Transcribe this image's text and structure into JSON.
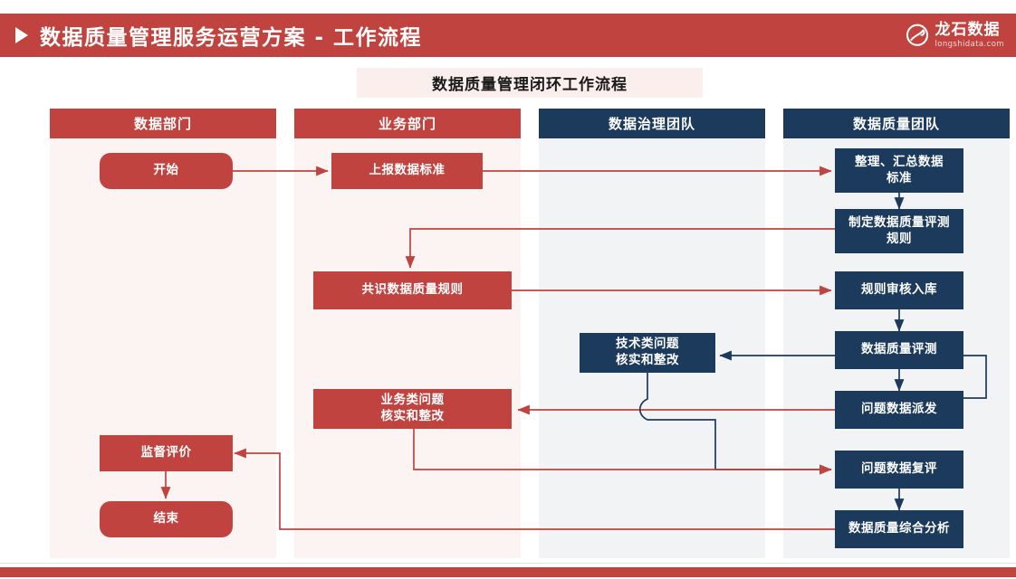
{
  "header": {
    "title": "数据质量管理服务运营方案 - 工作流程",
    "play_icon": "play-triangle-icon",
    "brand_cn": "龙石数据",
    "brand_en": "longshidata.com",
    "brand_mark": "longshi-logo-icon",
    "bar_color": "#c0433f"
  },
  "banner": {
    "title": "数据质量管理闭环工作流程",
    "background": "#fbefee",
    "corner_color": "#c0433f"
  },
  "palette": {
    "red": "#c0433f",
    "navy": "#1b3a5c",
    "lane_pink": "#fcf4f3",
    "lane_grey": "#f2f3f5"
  },
  "lanes": [
    {
      "label": "数据部门",
      "head_color": "#c0433f",
      "body_color": "#fcf4f3"
    },
    {
      "label": "业务部门",
      "head_color": "#c0433f",
      "body_color": "#fcf4f3"
    },
    {
      "label": "数据治理团队",
      "head_color": "#1b3a5c",
      "body_color": "#f2f3f5"
    },
    {
      "label": "数据质量团队",
      "head_color": "#1b3a5c",
      "body_color": "#f2f3f5"
    }
  ],
  "nodes": [
    {
      "id": "start",
      "label": "开始",
      "lane": "数据部门",
      "color": "#c0433f",
      "shape": "pill"
    },
    {
      "id": "report",
      "label": "上报数据标准",
      "lane": "业务部门",
      "color": "#c0433f",
      "shape": "rect"
    },
    {
      "id": "collect",
      "label": "整理、汇总数据标准",
      "lane": "数据质量团队",
      "color": "#1b3a5c",
      "shape": "rect"
    },
    {
      "id": "makerule",
      "label": "制定数据质量评测规则",
      "lane": "数据质量团队",
      "color": "#1b3a5c",
      "shape": "rect"
    },
    {
      "id": "consensus",
      "label": "共识数据质量规则",
      "lane": "业务部门",
      "color": "#c0433f",
      "shape": "rect"
    },
    {
      "id": "audit",
      "label": "规则审核入库",
      "lane": "数据质量团队",
      "color": "#1b3a5c",
      "shape": "rect"
    },
    {
      "id": "assess",
      "label": "数据质量评测",
      "lane": "数据质量团队",
      "color": "#1b3a5c",
      "shape": "rect"
    },
    {
      "id": "dispatch",
      "label": "问题数据派发",
      "lane": "数据质量团队",
      "color": "#1b3a5c",
      "shape": "rect"
    },
    {
      "id": "tech",
      "label": "技术类问题核实和整改",
      "lane": "数据治理团队",
      "color": "#1b3a5c",
      "shape": "rect"
    },
    {
      "id": "biz",
      "label": "业务类问题核实和整改",
      "lane": "业务部门",
      "color": "#c0433f",
      "shape": "rect"
    },
    {
      "id": "review",
      "label": "问题数据复评",
      "lane": "数据质量团队",
      "color": "#1b3a5c",
      "shape": "rect"
    },
    {
      "id": "analysis",
      "label": "数据质量综合分析",
      "lane": "数据质量团队",
      "color": "#1b3a5c",
      "shape": "rect"
    },
    {
      "id": "supervise",
      "label": "监督评价",
      "lane": "数据部门",
      "color": "#c0433f",
      "shape": "rect"
    },
    {
      "id": "end",
      "label": "结束",
      "lane": "数据部门",
      "color": "#c0433f",
      "shape": "pill"
    }
  ],
  "node_lines": {
    "collect": [
      "整理、汇总数据",
      "标准"
    ],
    "makerule": [
      "制定数据质量评测",
      "规则"
    ],
    "tech": [
      "技术类问题",
      "核实和整改"
    ],
    "biz": [
      "业务类问题",
      "核实和整改"
    ]
  },
  "edges": [
    {
      "from": "start",
      "to": "report",
      "color": "#c0433f"
    },
    {
      "from": "report",
      "to": "collect",
      "color": "#c0433f"
    },
    {
      "from": "collect",
      "to": "makerule",
      "color": "#1b3a5c"
    },
    {
      "from": "makerule",
      "to": "consensus",
      "color": "#c0433f"
    },
    {
      "from": "consensus",
      "to": "audit",
      "color": "#c0433f"
    },
    {
      "from": "audit",
      "to": "assess",
      "color": "#1b3a5c"
    },
    {
      "from": "assess",
      "to": "dispatch",
      "color": "#1b3a5c"
    },
    {
      "from": "dispatch",
      "to": "tech",
      "color": "#1b3a5c"
    },
    {
      "from": "dispatch",
      "to": "biz",
      "color": "#c0433f"
    },
    {
      "from": "tech",
      "to": "review",
      "color": "#1b3a5c"
    },
    {
      "from": "biz",
      "to": "review",
      "color": "#c0433f"
    },
    {
      "from": "review",
      "to": "analysis",
      "color": "#1b3a5c"
    },
    {
      "from": "analysis",
      "to": "supervise",
      "color": "#c0433f"
    },
    {
      "from": "supervise",
      "to": "end",
      "color": "#c0433f"
    }
  ]
}
